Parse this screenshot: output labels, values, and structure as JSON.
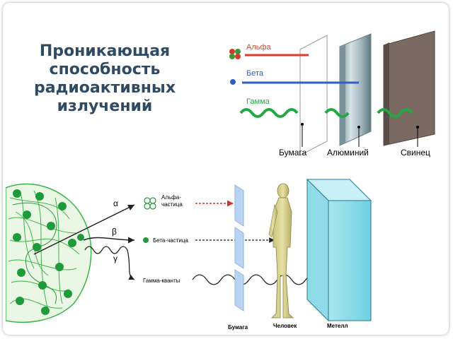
{
  "slide": {
    "title_lines": [
      "Проникающая",
      "способность",
      "радиоактивных",
      "излучений"
    ]
  },
  "top_diagram": {
    "rays": {
      "alpha": "Альфа",
      "beta": "Бета",
      "gamma": "Гамма"
    },
    "barriers": {
      "paper": "Бумага",
      "aluminum": "Алюминий",
      "lead": "Свинец"
    },
    "colors": {
      "alpha": "#e03a2e",
      "beta": "#2e5fc4",
      "gamma": "#24a842",
      "label": "#d24a3a"
    }
  },
  "bottom_diagram": {
    "symbols": {
      "alpha": "α",
      "beta": "β",
      "gamma": "γ"
    },
    "labels": {
      "alpha": "Альфа-\nчастица",
      "beta": "Бета-частица",
      "gamma": "Гамма-кванты"
    },
    "barriers": {
      "paper": "Бумага",
      "human": "Человек",
      "metal": "Метелл"
    }
  }
}
